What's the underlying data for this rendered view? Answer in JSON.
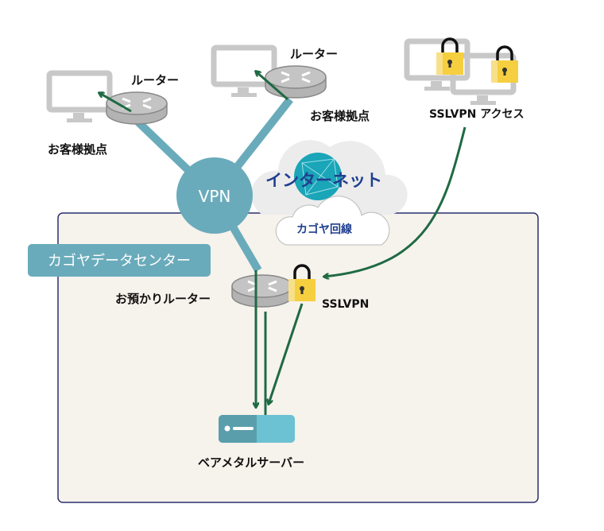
{
  "colors": {
    "vpn": "#6aabbb",
    "arrow": "#1f6a43",
    "datacenter_bg": "#f6f2ec",
    "datacenter_border": "#2a2f6e",
    "internet_text": "#1f3f8f",
    "lock": "#f5cf3f",
    "globe": "#1aa5b8"
  },
  "nodes": {
    "site1_router": "ルーター",
    "site1_label": "お客様拠点",
    "site2_router": "ルーター",
    "site2_label": "お客様拠点",
    "sslvpn_access": "SSLVPN アクセス",
    "vpn": "VPN",
    "internet": "インターネット",
    "kagoya_line": "カゴヤ回線",
    "datacenter": "カゴヤデータセンター",
    "hosted_router": "お預かりルーター",
    "sslvpn": "SSLVPN",
    "server": "ベアメタルサーバー"
  }
}
